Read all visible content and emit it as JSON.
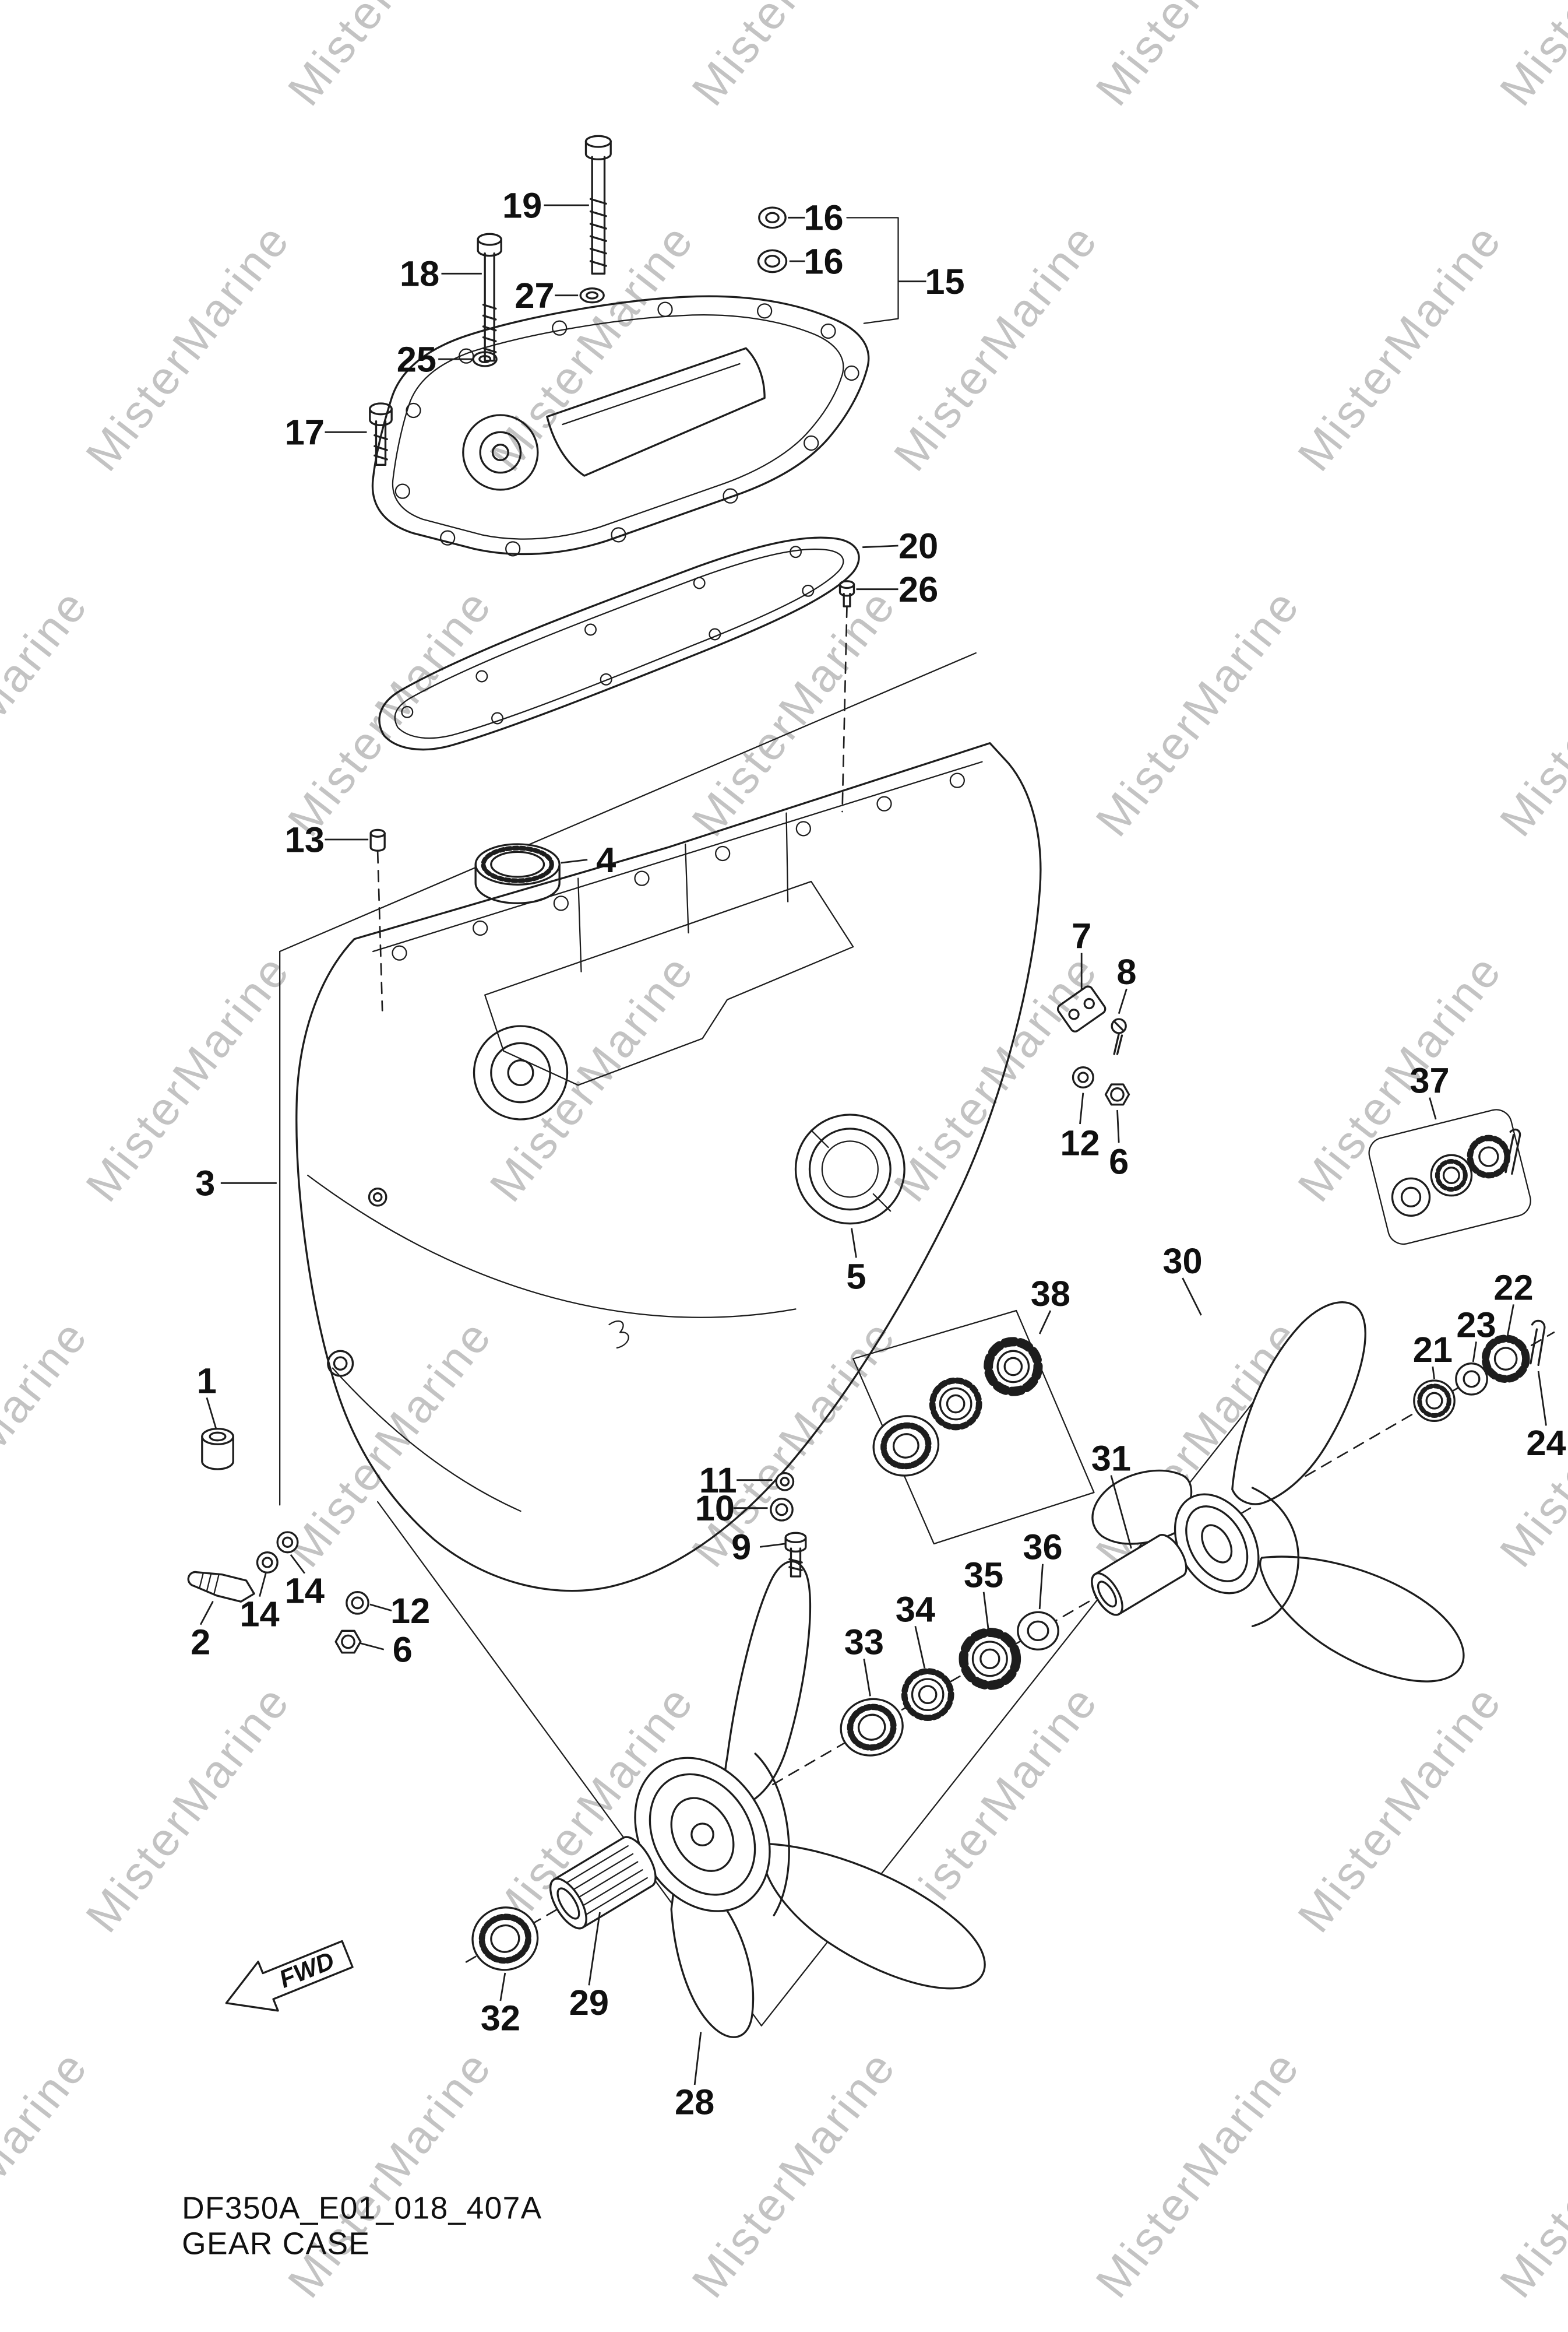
{
  "watermark": {
    "text": "MisterMarine",
    "color": "#c3c3c3"
  },
  "footer": {
    "drawing_code": "DF350A_E01_018_407A",
    "title": "GEAR CASE"
  },
  "direction_arrow": {
    "label": "FWD"
  },
  "parts": [
    {
      "num": "19",
      "label": [
        336,
        132
      ],
      "leader": [
        [
          350,
          132
        ],
        [
          379,
          132
        ]
      ]
    },
    {
      "num": "18",
      "label": [
        270,
        176
      ],
      "leader": [
        [
          284,
          176
        ],
        [
          310,
          176
        ]
      ]
    },
    {
      "num": "27",
      "label": [
        344,
        190
      ],
      "leader": [
        [
          357,
          190
        ],
        [
          372,
          190
        ]
      ]
    },
    {
      "num": "16",
      "label": [
        530,
        140
      ],
      "leader": [
        [
          518,
          140
        ],
        [
          507,
          140
        ]
      ]
    },
    {
      "num": "16",
      "label": [
        530,
        168
      ],
      "leader": [
        [
          518,
          168
        ],
        [
          508,
          168
        ]
      ]
    },
    {
      "num": "15",
      "label": [
        608,
        181
      ],
      "leader": [
        [
          596,
          181
        ],
        [
          578,
          181
        ]
      ]
    },
    {
      "num": "25",
      "label": [
        268,
        231
      ],
      "leader": [
        [
          282,
          231
        ],
        [
          304,
          231
        ]
      ]
    },
    {
      "num": "17",
      "label": [
        196,
        278
      ],
      "leader": [
        [
          209,
          278
        ],
        [
          236,
          278
        ]
      ]
    },
    {
      "num": "20",
      "label": [
        591,
        351
      ],
      "leader": [
        [
          578,
          351
        ],
        [
          555,
          352
        ]
      ]
    },
    {
      "num": "26",
      "label": [
        591,
        379
      ],
      "leader": [
        [
          578,
          379
        ],
        [
          551,
          379
        ]
      ]
    },
    {
      "num": "13",
      "label": [
        196,
        540
      ],
      "leader": [
        [
          209,
          540
        ],
        [
          237,
          540
        ]
      ]
    },
    {
      "num": "4",
      "label": [
        390,
        553
      ],
      "leader": [
        [
          378,
          553
        ],
        [
          361,
          555
        ]
      ]
    },
    {
      "num": "3",
      "label": [
        132,
        761
      ],
      "leader": [
        [
          142,
          761
        ],
        [
          178,
          761
        ]
      ]
    },
    {
      "num": "7",
      "label": [
        696,
        602
      ],
      "leader": [
        [
          696,
          613
        ],
        [
          696,
          637
        ]
      ]
    },
    {
      "num": "8",
      "label": [
        725,
        625
      ],
      "leader": [
        [
          725,
          636
        ],
        [
          720,
          652
        ]
      ]
    },
    {
      "num": "12",
      "label": [
        695,
        735
      ],
      "leader": [
        [
          695,
          723
        ],
        [
          697,
          703
        ]
      ]
    },
    {
      "num": "6",
      "label": [
        720,
        747
      ],
      "leader": [
        [
          720,
          735
        ],
        [
          719,
          714
        ]
      ]
    },
    {
      "num": "37",
      "label": [
        920,
        695
      ],
      "leader": [
        [
          920,
          706
        ],
        [
          924,
          720
        ]
      ]
    },
    {
      "num": "5",
      "label": [
        551,
        821
      ],
      "leader": [
        [
          551,
          809
        ],
        [
          548,
          790
        ]
      ]
    },
    {
      "num": "30",
      "label": [
        761,
        811
      ],
      "leader": [
        [
          761,
          822
        ],
        [
          773,
          846
        ]
      ]
    },
    {
      "num": "38",
      "label": [
        676,
        832
      ],
      "leader": [
        [
          676,
          843
        ],
        [
          669,
          858
        ]
      ]
    },
    {
      "num": "22",
      "label": [
        974,
        828
      ],
      "leader": [
        [
          974,
          839
        ],
        [
          970,
          860
        ]
      ]
    },
    {
      "num": "23",
      "label": [
        950,
        852
      ],
      "leader": [
        [
          950,
          863
        ],
        [
          948,
          876
        ]
      ]
    },
    {
      "num": "21",
      "label": [
        922,
        868
      ],
      "leader": [
        [
          922,
          879
        ],
        [
          923,
          887
        ]
      ]
    },
    {
      "num": "24",
      "label": [
        995,
        928
      ],
      "leader": [
        [
          995,
          917
        ],
        [
          990,
          882
        ]
      ]
    },
    {
      "num": "31",
      "label": [
        715,
        938
      ],
      "leader": [
        [
          715,
          949
        ],
        [
          728,
          996
        ]
      ]
    },
    {
      "num": "1",
      "label": [
        133,
        888
      ],
      "leader": [
        [
          133,
          899
        ],
        [
          139,
          919
        ]
      ]
    },
    {
      "num": "11",
      "label": [
        462,
        952
      ],
      "leader": [
        [
          474,
          952
        ],
        [
          497,
          952
        ]
      ]
    },
    {
      "num": "10",
      "label": [
        460,
        970
      ],
      "leader": [
        [
          472,
          970
        ],
        [
          494,
          970
        ]
      ]
    },
    {
      "num": "9",
      "label": [
        477,
        995
      ],
      "leader": [
        [
          489,
          995
        ],
        [
          505,
          993
        ]
      ]
    },
    {
      "num": "2",
      "label": [
        129,
        1056
      ],
      "leader": [
        [
          129,
          1045
        ],
        [
          137,
          1030
        ]
      ]
    },
    {
      "num": "14",
      "label": [
        167,
        1038
      ],
      "leader": [
        [
          167,
          1027
        ],
        [
          171,
          1012
        ]
      ]
    },
    {
      "num": "14",
      "label": [
        196,
        1023
      ],
      "leader": [
        [
          196,
          1012
        ],
        [
          187,
          1000
        ]
      ]
    },
    {
      "num": "12",
      "label": [
        264,
        1036
      ],
      "leader": [
        [
          252,
          1036
        ],
        [
          238,
          1032
        ]
      ]
    },
    {
      "num": "6",
      "label": [
        259,
        1061
      ],
      "leader": [
        [
          247,
          1061
        ],
        [
          232,
          1057
        ]
      ]
    },
    {
      "num": "33",
      "label": [
        556,
        1056
      ],
      "leader": [
        [
          556,
          1067
        ],
        [
          560,
          1091
        ]
      ]
    },
    {
      "num": "34",
      "label": [
        589,
        1035
      ],
      "leader": [
        [
          589,
          1046
        ],
        [
          595,
          1073
        ]
      ]
    },
    {
      "num": "35",
      "label": [
        633,
        1013
      ],
      "leader": [
        [
          633,
          1024
        ],
        [
          636,
          1048
        ]
      ]
    },
    {
      "num": "36",
      "label": [
        671,
        995
      ],
      "leader": [
        [
          671,
          1006
        ],
        [
          669,
          1035
        ]
      ]
    },
    {
      "num": "32",
      "label": [
        322,
        1298
      ],
      "leader": [
        [
          322,
          1287
        ],
        [
          325,
          1269
        ]
      ]
    },
    {
      "num": "29",
      "label": [
        379,
        1288
      ],
      "leader": [
        [
          379,
          1277
        ],
        [
          386,
          1230
        ]
      ]
    },
    {
      "num": "28",
      "label": [
        447,
        1352
      ],
      "leader": [
        [
          447,
          1341
        ],
        [
          451,
          1307
        ]
      ]
    }
  ]
}
